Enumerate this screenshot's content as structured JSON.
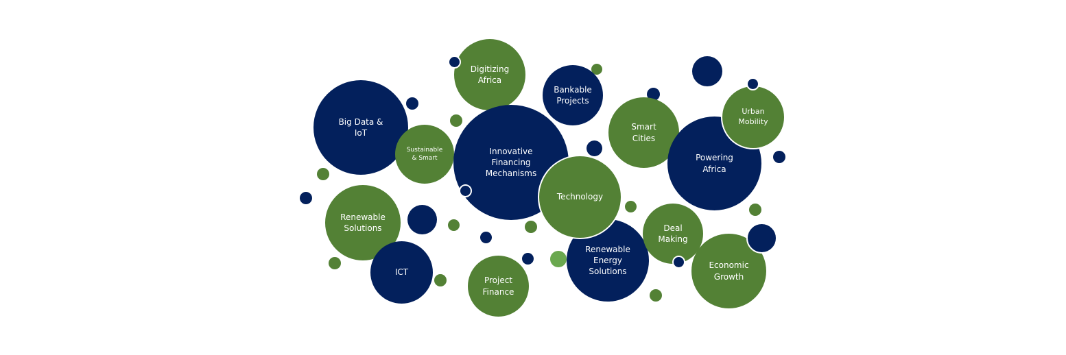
{
  "colors": {
    "navy": "#03205c",
    "green": "#538135",
    "light_green": "#6aa84f"
  },
  "topics": [
    {
      "id": "big-data-iot",
      "label": "Big Data &\nIoT",
      "color": "navy"
    },
    {
      "id": "digitizing-africa",
      "label": "Digitizing\nAfrica",
      "color": "green"
    },
    {
      "id": "bankable-projects",
      "label": "Bankable\nProjects",
      "color": "navy"
    },
    {
      "id": "sustainable-smart",
      "label": "Sustainable\n& Smart",
      "color": "green"
    },
    {
      "id": "innovative-financing-mechanisms",
      "label": "Innovative\nFinancing\nMechanisms",
      "color": "navy"
    },
    {
      "id": "technology",
      "label": "Technology",
      "color": "green"
    },
    {
      "id": "smart-cities",
      "label": "Smart\nCities",
      "color": "green"
    },
    {
      "id": "powering-africa",
      "label": "Powering\nAfrica",
      "color": "navy"
    },
    {
      "id": "urban-mobility",
      "label": "Urban\nMobility",
      "color": "green"
    },
    {
      "id": "renewable-solutions",
      "label": "Renewable\nSolutions",
      "color": "green"
    },
    {
      "id": "ict",
      "label": "ICT",
      "color": "navy"
    },
    {
      "id": "project-finance",
      "label": "Project\nFinance",
      "color": "green"
    },
    {
      "id": "renewable-energy-solutions",
      "label": "Renewable\nEnergy\nSolutions",
      "color": "navy"
    },
    {
      "id": "deal-making",
      "label": "Deal\nMaking",
      "color": "green"
    },
    {
      "id": "economic-growth",
      "label": "Economic\nGrowth",
      "color": "green"
    }
  ]
}
